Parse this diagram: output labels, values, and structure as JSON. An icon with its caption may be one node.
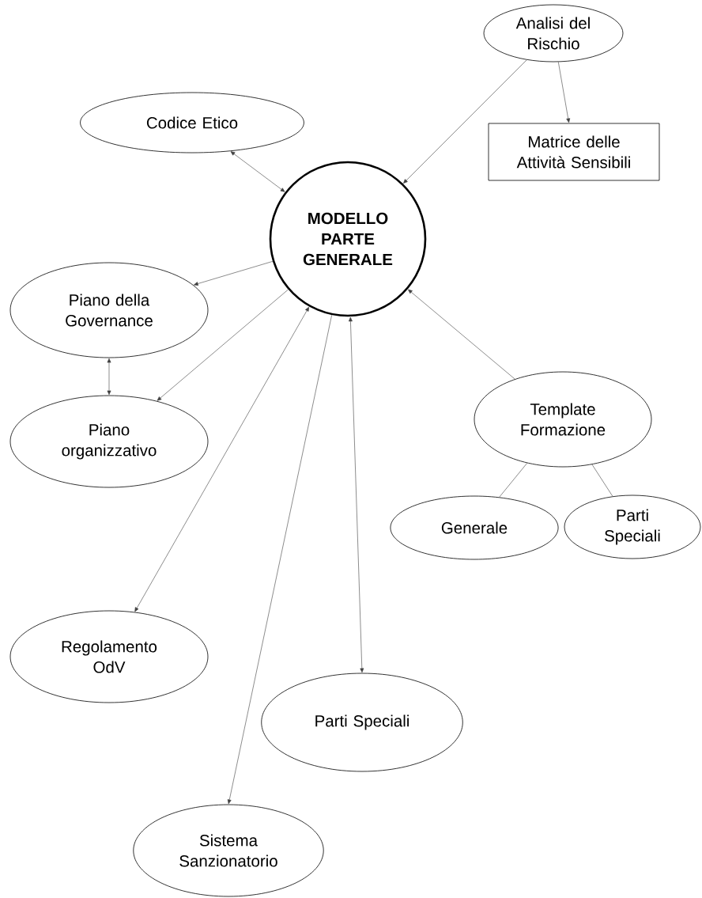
{
  "diagram": {
    "nodes": [
      {
        "text": [
          "Analisi del Rischio"
        ]
      },
      {
        "text": [
          "Codice Etico"
        ]
      },
      {
        "text": [
          "Matrice delle Attività Sensibili"
        ]
      },
      {
        "text": [
          "MODELLO PARTE GENERALE"
        ]
      },
      {
        "text": [
          "Piano della Governance"
        ]
      },
      {
        "text": [
          "Template Formazione"
        ]
      },
      {
        "text": [
          "Piano organizzativo"
        ]
      },
      {
        "text": [
          "Generale"
        ]
      },
      {
        "text": [
          "Parti Speciali"
        ]
      },
      {
        "text": [
          "Regolamento OdV"
        ]
      },
      {
        "text": [
          "Parti Speciali"
        ]
      },
      {
        "text": [
          "Sistema Sanzionatorio"
        ]
      }
    ],
    "edges": [
      {
        "from": 0,
        "to": 3,
        "arrow": "to"
      },
      {
        "from": 0,
        "to": 2,
        "arrow": "to"
      },
      {
        "from": 1,
        "to": 3,
        "arrow": "both"
      },
      {
        "from": 3,
        "to": 4,
        "arrow": "to"
      },
      {
        "from": 4,
        "to": 6,
        "arrow": "both"
      },
      {
        "from": 3,
        "to": 6,
        "arrow": "to"
      },
      {
        "from": 9,
        "to": 3,
        "arrow": "both"
      },
      {
        "from": 3,
        "to": 11,
        "arrow": "to"
      },
      {
        "from": 3,
        "to": 10,
        "arrow": "both"
      },
      {
        "from": 5,
        "to": 3,
        "arrow": "to"
      },
      {
        "from": 5,
        "to": 7,
        "arrow": "none"
      },
      {
        "from": 5,
        "to": 8,
        "arrow": "none"
      }
    ]
  }
}
